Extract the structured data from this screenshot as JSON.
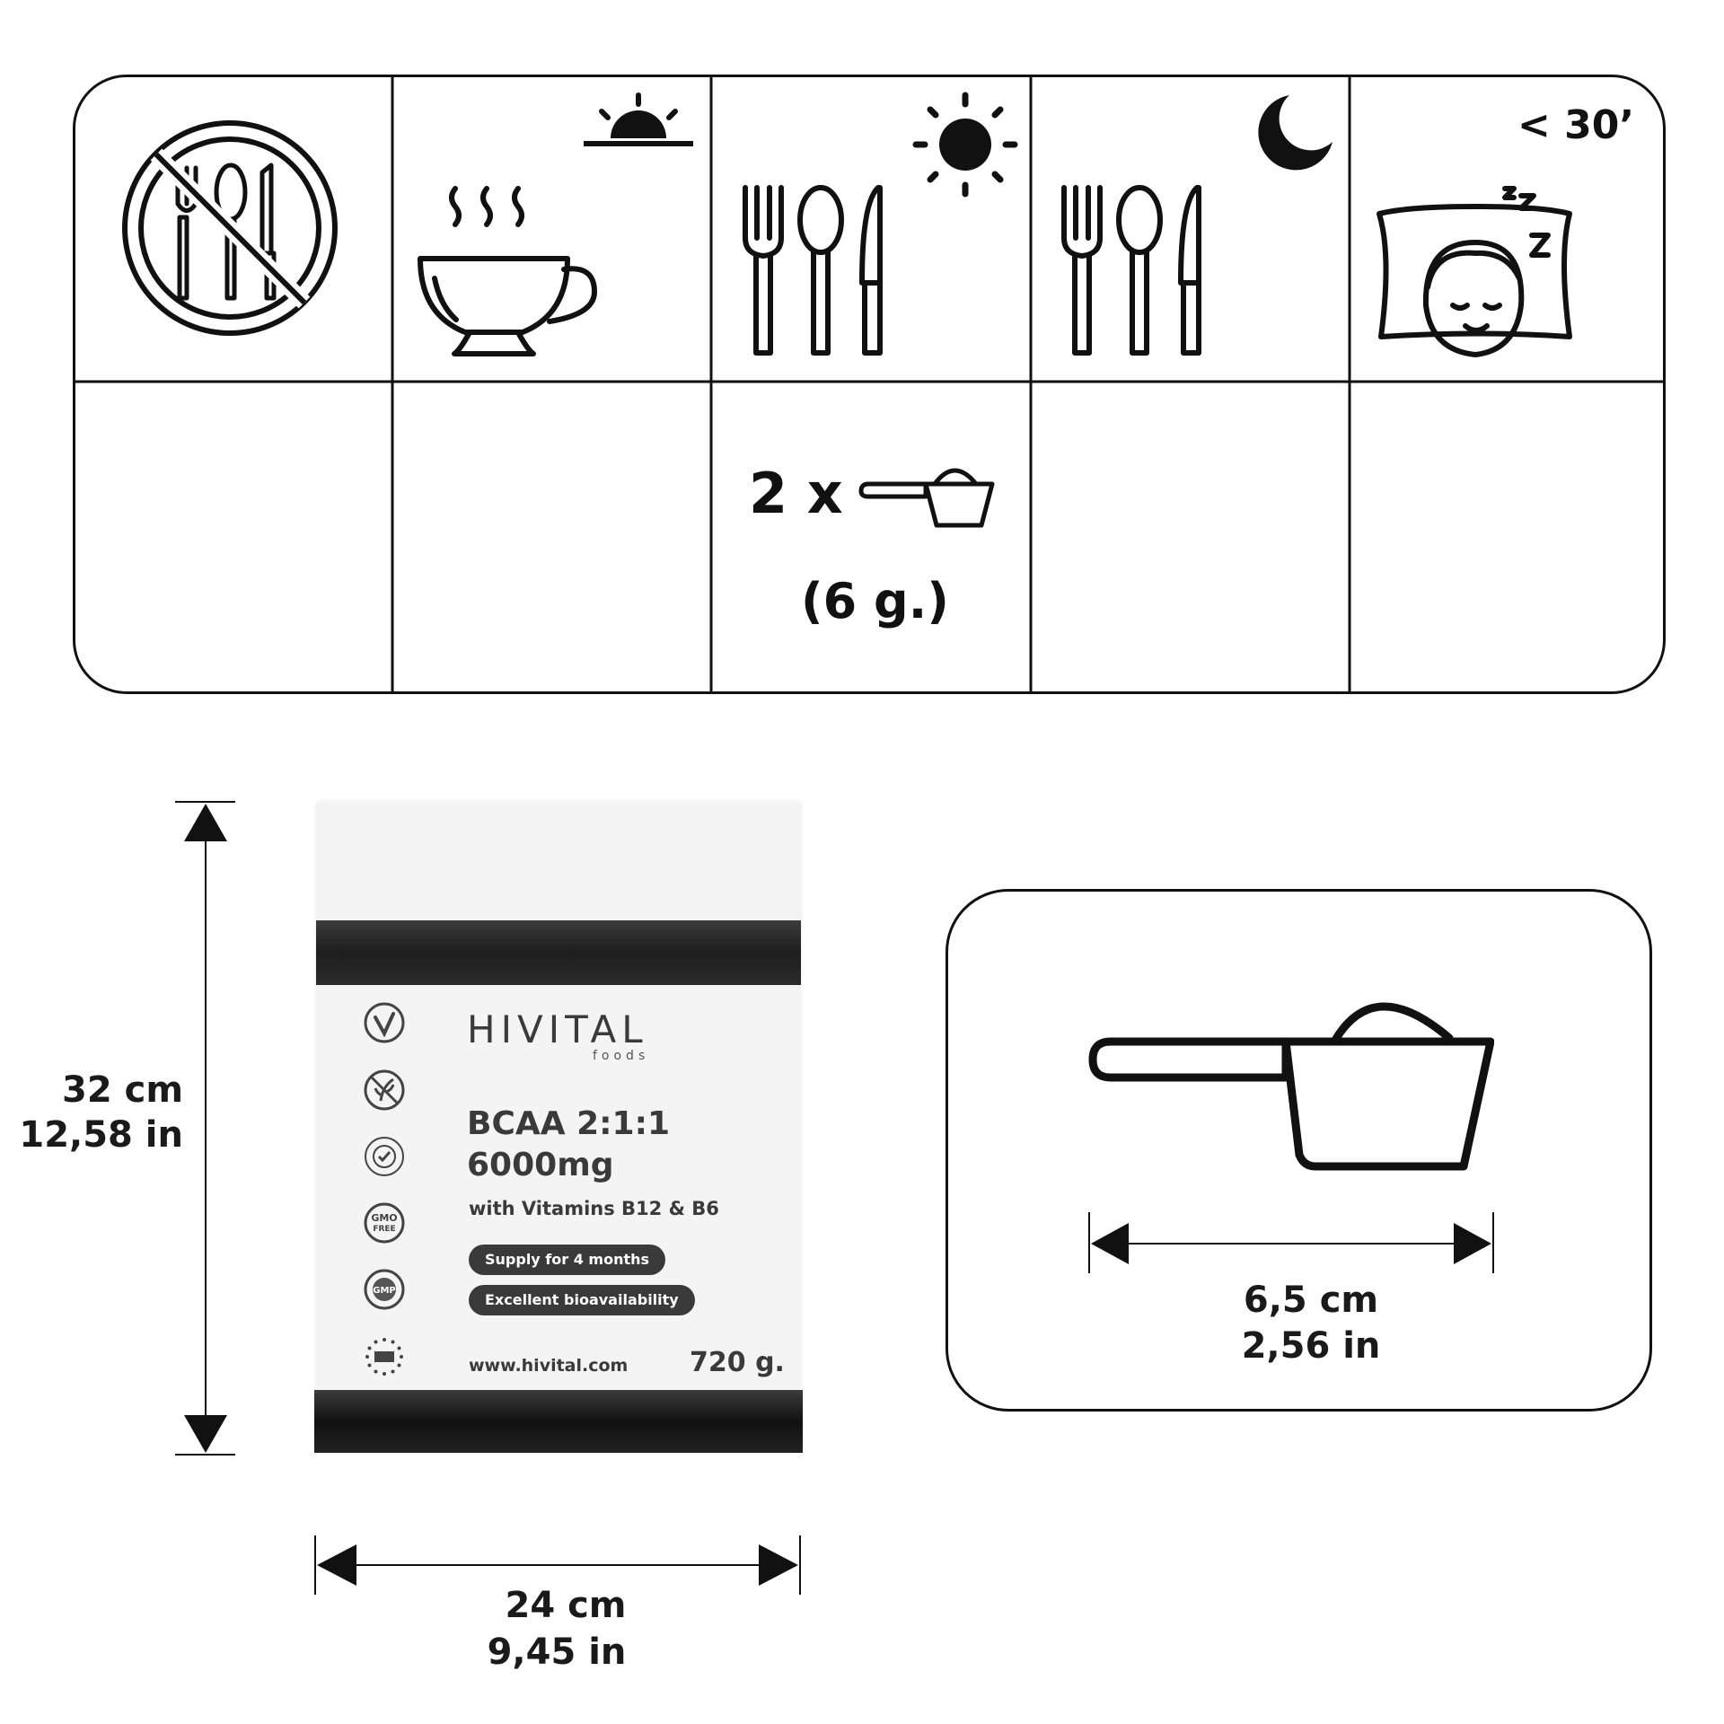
{
  "schedule": {
    "sleep_time_label": "< 30’",
    "dose_multiplier": "2 x",
    "dose_amount": "(6 g.)",
    "icons": [
      "no-food-icon",
      "sunrise-icon",
      "coffee-cup-icon",
      "sun-icon",
      "cutlery-icon",
      "moon-icon",
      "cutlery-icon",
      "sleeping-person-icon",
      "scoop-icon"
    ]
  },
  "package": {
    "brand": "HIVITAL",
    "brand_sub": "foods",
    "product_name": "BCAA 2:1:1",
    "dosage": "6000mg",
    "subtitle": "with Vitamins B12 & B6",
    "badge_supply": "Supply for 4 months",
    "badge_bioavailability": "Excellent bioavailability",
    "website": "www.hivital.com",
    "weight": "720 g.",
    "certification_icons": [
      "vegan-icon",
      "gluten-free-icon",
      "preservatives-free-icon",
      "gmo-free-icon",
      "gmp-icon",
      "made-in-europe-icon"
    ]
  },
  "dimensions": {
    "height_cm": "32 cm",
    "height_in": "12,58 in",
    "width_cm": "24 cm",
    "width_in": "9,45 in",
    "scoop_cm": "6,5 cm",
    "scoop_in": "2,56 in"
  }
}
